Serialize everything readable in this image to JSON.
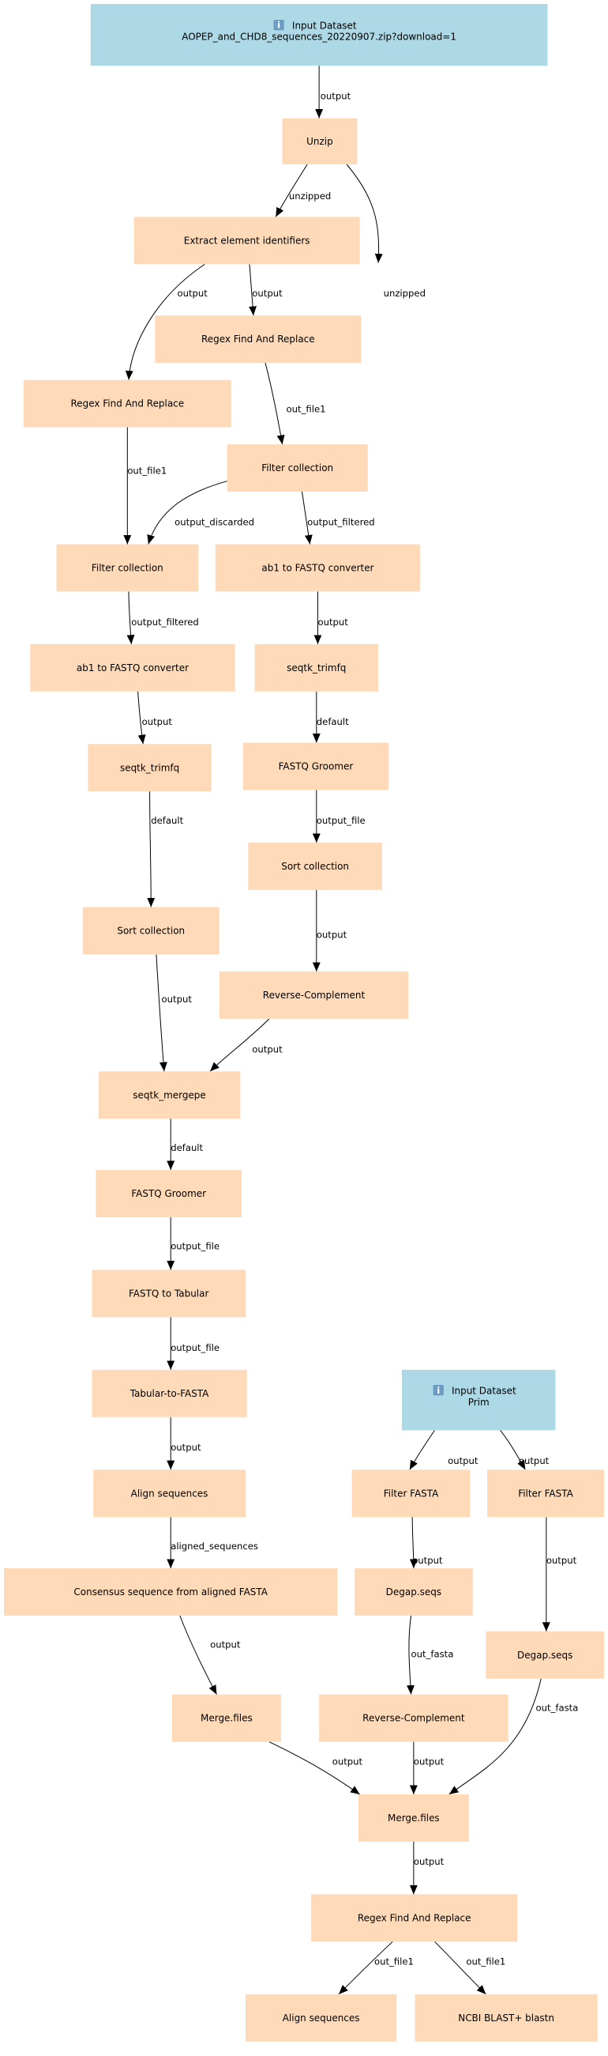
{
  "colors": {
    "input": "#add8e6",
    "tool": "#ffdab9",
    "edge": "#000000"
  },
  "nodes": [
    {
      "id": "input1",
      "type": "input",
      "icon": "info-icon",
      "title": "Input Dataset",
      "label": "AOPEP_and_CHD8_sequences_20220907.zip?download=1"
    },
    {
      "id": "unzip",
      "type": "tool",
      "label": "Unzip"
    },
    {
      "id": "extract",
      "type": "tool",
      "label": "Extract element identifiers"
    },
    {
      "id": "regexR",
      "type": "tool",
      "label": "Regex Find And Replace"
    },
    {
      "id": "regexL",
      "type": "tool",
      "label": "Regex Find And Replace"
    },
    {
      "id": "filterR",
      "type": "tool",
      "label": "Filter collection"
    },
    {
      "id": "filterL",
      "type": "tool",
      "label": "Filter collection"
    },
    {
      "id": "ab1R",
      "type": "tool",
      "label": "ab1 to FASTQ converter"
    },
    {
      "id": "ab1L",
      "type": "tool",
      "label": "ab1 to FASTQ converter"
    },
    {
      "id": "seqtkR",
      "type": "tool",
      "label": "seqtk_trimfq"
    },
    {
      "id": "groomerR",
      "type": "tool",
      "label": "FASTQ Groomer"
    },
    {
      "id": "seqtkL",
      "type": "tool",
      "label": "seqtk_trimfq"
    },
    {
      "id": "sortR",
      "type": "tool",
      "label": "Sort collection"
    },
    {
      "id": "sortL",
      "type": "tool",
      "label": "Sort collection"
    },
    {
      "id": "revR",
      "type": "tool",
      "label": "Reverse-Complement"
    },
    {
      "id": "mergepe",
      "type": "tool",
      "label": "seqtk_mergepe"
    },
    {
      "id": "groomer",
      "type": "tool",
      "label": "FASTQ Groomer"
    },
    {
      "id": "fq2tab",
      "type": "tool",
      "label": "FASTQ to Tabular"
    },
    {
      "id": "tab2fa",
      "type": "tool",
      "label": "Tabular-to-FASTA"
    },
    {
      "id": "prim",
      "type": "input",
      "icon": "info-icon",
      "title": "Input Dataset",
      "label": "Prim"
    },
    {
      "id": "align",
      "type": "tool",
      "label": "Align sequences"
    },
    {
      "id": "ffL",
      "type": "tool",
      "label": "Filter FASTA"
    },
    {
      "id": "ffR",
      "type": "tool",
      "label": "Filter FASTA"
    },
    {
      "id": "consensus",
      "type": "tool",
      "label": "Consensus sequence from aligned FASTA"
    },
    {
      "id": "degapL",
      "type": "tool",
      "label": "Degap.seqs"
    },
    {
      "id": "degapR",
      "type": "tool",
      "label": "Degap.seqs"
    },
    {
      "id": "mergeL",
      "type": "tool",
      "label": "Merge.files"
    },
    {
      "id": "rev2",
      "type": "tool",
      "label": "Reverse-Complement"
    },
    {
      "id": "merge2",
      "type": "tool",
      "label": "Merge.files"
    },
    {
      "id": "regexF",
      "type": "tool",
      "label": "Regex Find And Replace"
    },
    {
      "id": "alignF",
      "type": "tool",
      "label": "Align sequences"
    },
    {
      "id": "ncbi",
      "type": "tool",
      "label": "NCBI BLAST+ blastn"
    }
  ],
  "edges": [
    {
      "from": "input1",
      "to": "unzip",
      "label": "output"
    },
    {
      "from": "unzip",
      "to": "extract",
      "label": "unzipped"
    },
    {
      "from": "unzip",
      "to": "filterR",
      "label": "unzipped"
    },
    {
      "from": "extract",
      "to": "regexL",
      "label": "output"
    },
    {
      "from": "extract",
      "to": "regexR",
      "label": "output"
    },
    {
      "from": "regexR",
      "to": "filterR",
      "label": "out_file1"
    },
    {
      "from": "regexL",
      "to": "filterL",
      "label": "out_file1"
    },
    {
      "from": "filterR",
      "to": "filterL",
      "label": "output_discarded"
    },
    {
      "from": "filterR",
      "to": "ab1R",
      "label": "output_filtered"
    },
    {
      "from": "filterL",
      "to": "ab1L",
      "label": "output_filtered"
    },
    {
      "from": "ab1R",
      "to": "seqtkR",
      "label": "output"
    },
    {
      "from": "ab1L",
      "to": "seqtkL",
      "label": "output"
    },
    {
      "from": "seqtkR",
      "to": "groomerR",
      "label": "default"
    },
    {
      "from": "seqtkL",
      "to": "sortL",
      "label": "default"
    },
    {
      "from": "groomerR",
      "to": "sortR",
      "label": "output_file"
    },
    {
      "from": "sortR",
      "to": "revR",
      "label": "output"
    },
    {
      "from": "sortL",
      "to": "mergepe",
      "label": "output"
    },
    {
      "from": "revR",
      "to": "mergepe",
      "label": "output"
    },
    {
      "from": "mergepe",
      "to": "groomer",
      "label": "default"
    },
    {
      "from": "groomer",
      "to": "fq2tab",
      "label": "output_file"
    },
    {
      "from": "fq2tab",
      "to": "tab2fa",
      "label": "output_file"
    },
    {
      "from": "tab2fa",
      "to": "align",
      "label": "output"
    },
    {
      "from": "align",
      "to": "consensus",
      "label": "aligned_sequences"
    },
    {
      "from": "consensus",
      "to": "mergeL",
      "label": "output"
    },
    {
      "from": "prim",
      "to": "ffL",
      "label": "output"
    },
    {
      "from": "prim",
      "to": "ffR",
      "label": "output"
    },
    {
      "from": "ffL",
      "to": "degapL",
      "label": "output"
    },
    {
      "from": "ffR",
      "to": "degapR",
      "label": "output"
    },
    {
      "from": "degapL",
      "to": "rev2",
      "label": "out_fasta"
    },
    {
      "from": "degapR",
      "to": "merge2",
      "label": "out_fasta"
    },
    {
      "from": "mergeL",
      "to": "merge2",
      "label": "output"
    },
    {
      "from": "rev2",
      "to": "merge2",
      "label": "output"
    },
    {
      "from": "merge2",
      "to": "regexF",
      "label": "output"
    },
    {
      "from": "regexF",
      "to": "alignF",
      "label": "out_file1"
    },
    {
      "from": "regexF",
      "to": "ncbi",
      "label": "out_file1"
    }
  ]
}
